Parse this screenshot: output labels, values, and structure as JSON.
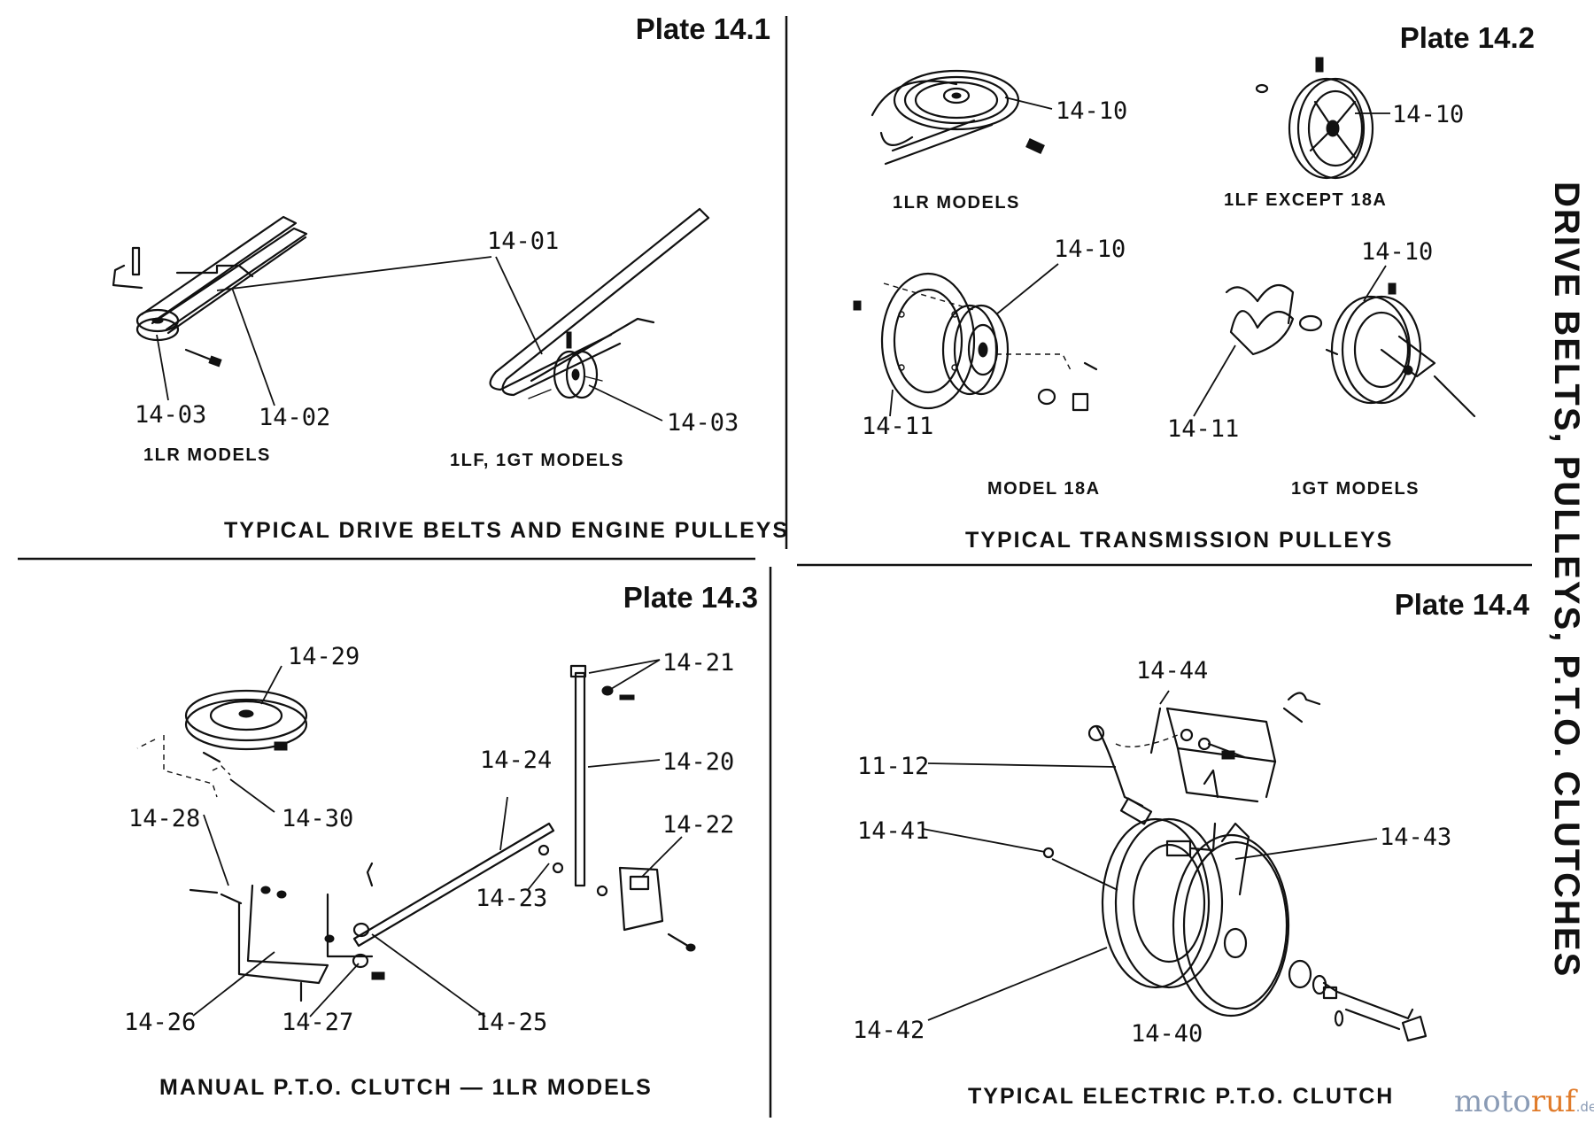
{
  "side_title": "DRIVE BELTS, PULLEYS, P.T.O. CLUTCHES",
  "watermark": {
    "part_a": "moto",
    "part_b": "ruf",
    "part_c": ".de"
  },
  "plates": {
    "p1": {
      "title": "Plate 14.1",
      "caption": "TYPICAL DRIVE BELTS AND ENGINE PULLEYS",
      "sub_left": "1LR MODELS",
      "sub_right": "1LF, 1GT MODELS",
      "refs": [
        "14-01",
        "14-02",
        "14-03",
        "14-03"
      ]
    },
    "p2": {
      "title": "Plate 14.2",
      "caption": "TYPICAL TRANSMISSION PULLEYS",
      "sub_tl": "1LR MODELS",
      "sub_tr": "1LF EXCEPT 18A",
      "sub_bl": "MODEL 18A",
      "sub_br": "1GT MODELS",
      "refs": [
        "14-10",
        "14-10",
        "14-10",
        "14-10",
        "14-11",
        "14-11"
      ]
    },
    "p3": {
      "title": "Plate 14.3",
      "caption": "MANUAL P.T.O. CLUTCH — 1LR MODELS",
      "refs": [
        "14-29",
        "14-30",
        "14-28",
        "14-26",
        "14-27",
        "14-25",
        "14-24",
        "14-23",
        "14-21",
        "14-20",
        "14-22"
      ]
    },
    "p4": {
      "title": "Plate 14.4",
      "caption": "TYPICAL ELECTRIC P.T.O. CLUTCH",
      "refs": [
        "14-44",
        "11-12",
        "14-41",
        "14-43",
        "14-42",
        "14-40"
      ]
    }
  },
  "colors": {
    "ink": "#111111",
    "paper": "#ffffff",
    "watermark_blue": "#8a9bb5",
    "watermark_orange": "#e07b2a"
  }
}
